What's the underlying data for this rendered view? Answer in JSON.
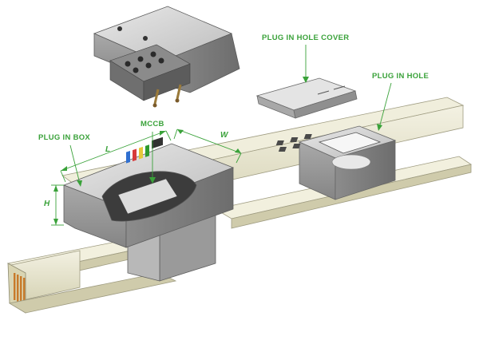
{
  "labels": {
    "plug_in_hole_cover": "PLUG IN HOLE COVER",
    "plug_in_hole": "PLUG IN HOLE",
    "plug_in_box": "PLUG IN BOX",
    "mccb": "MCCB"
  },
  "dimensions": {
    "length": "L",
    "width": "W",
    "height": "H"
  },
  "colors": {
    "label": "#3aa23a",
    "dimension": "#3aa23a",
    "leader": "#3aa23a",
    "metal_light": "#dcdcdc",
    "metal_mid": "#b4b4b4",
    "metal_dark": "#7d7d7d",
    "busway": "#ecead6",
    "busway_shade": "#c9c6a6",
    "copper": "#c87a2a"
  }
}
